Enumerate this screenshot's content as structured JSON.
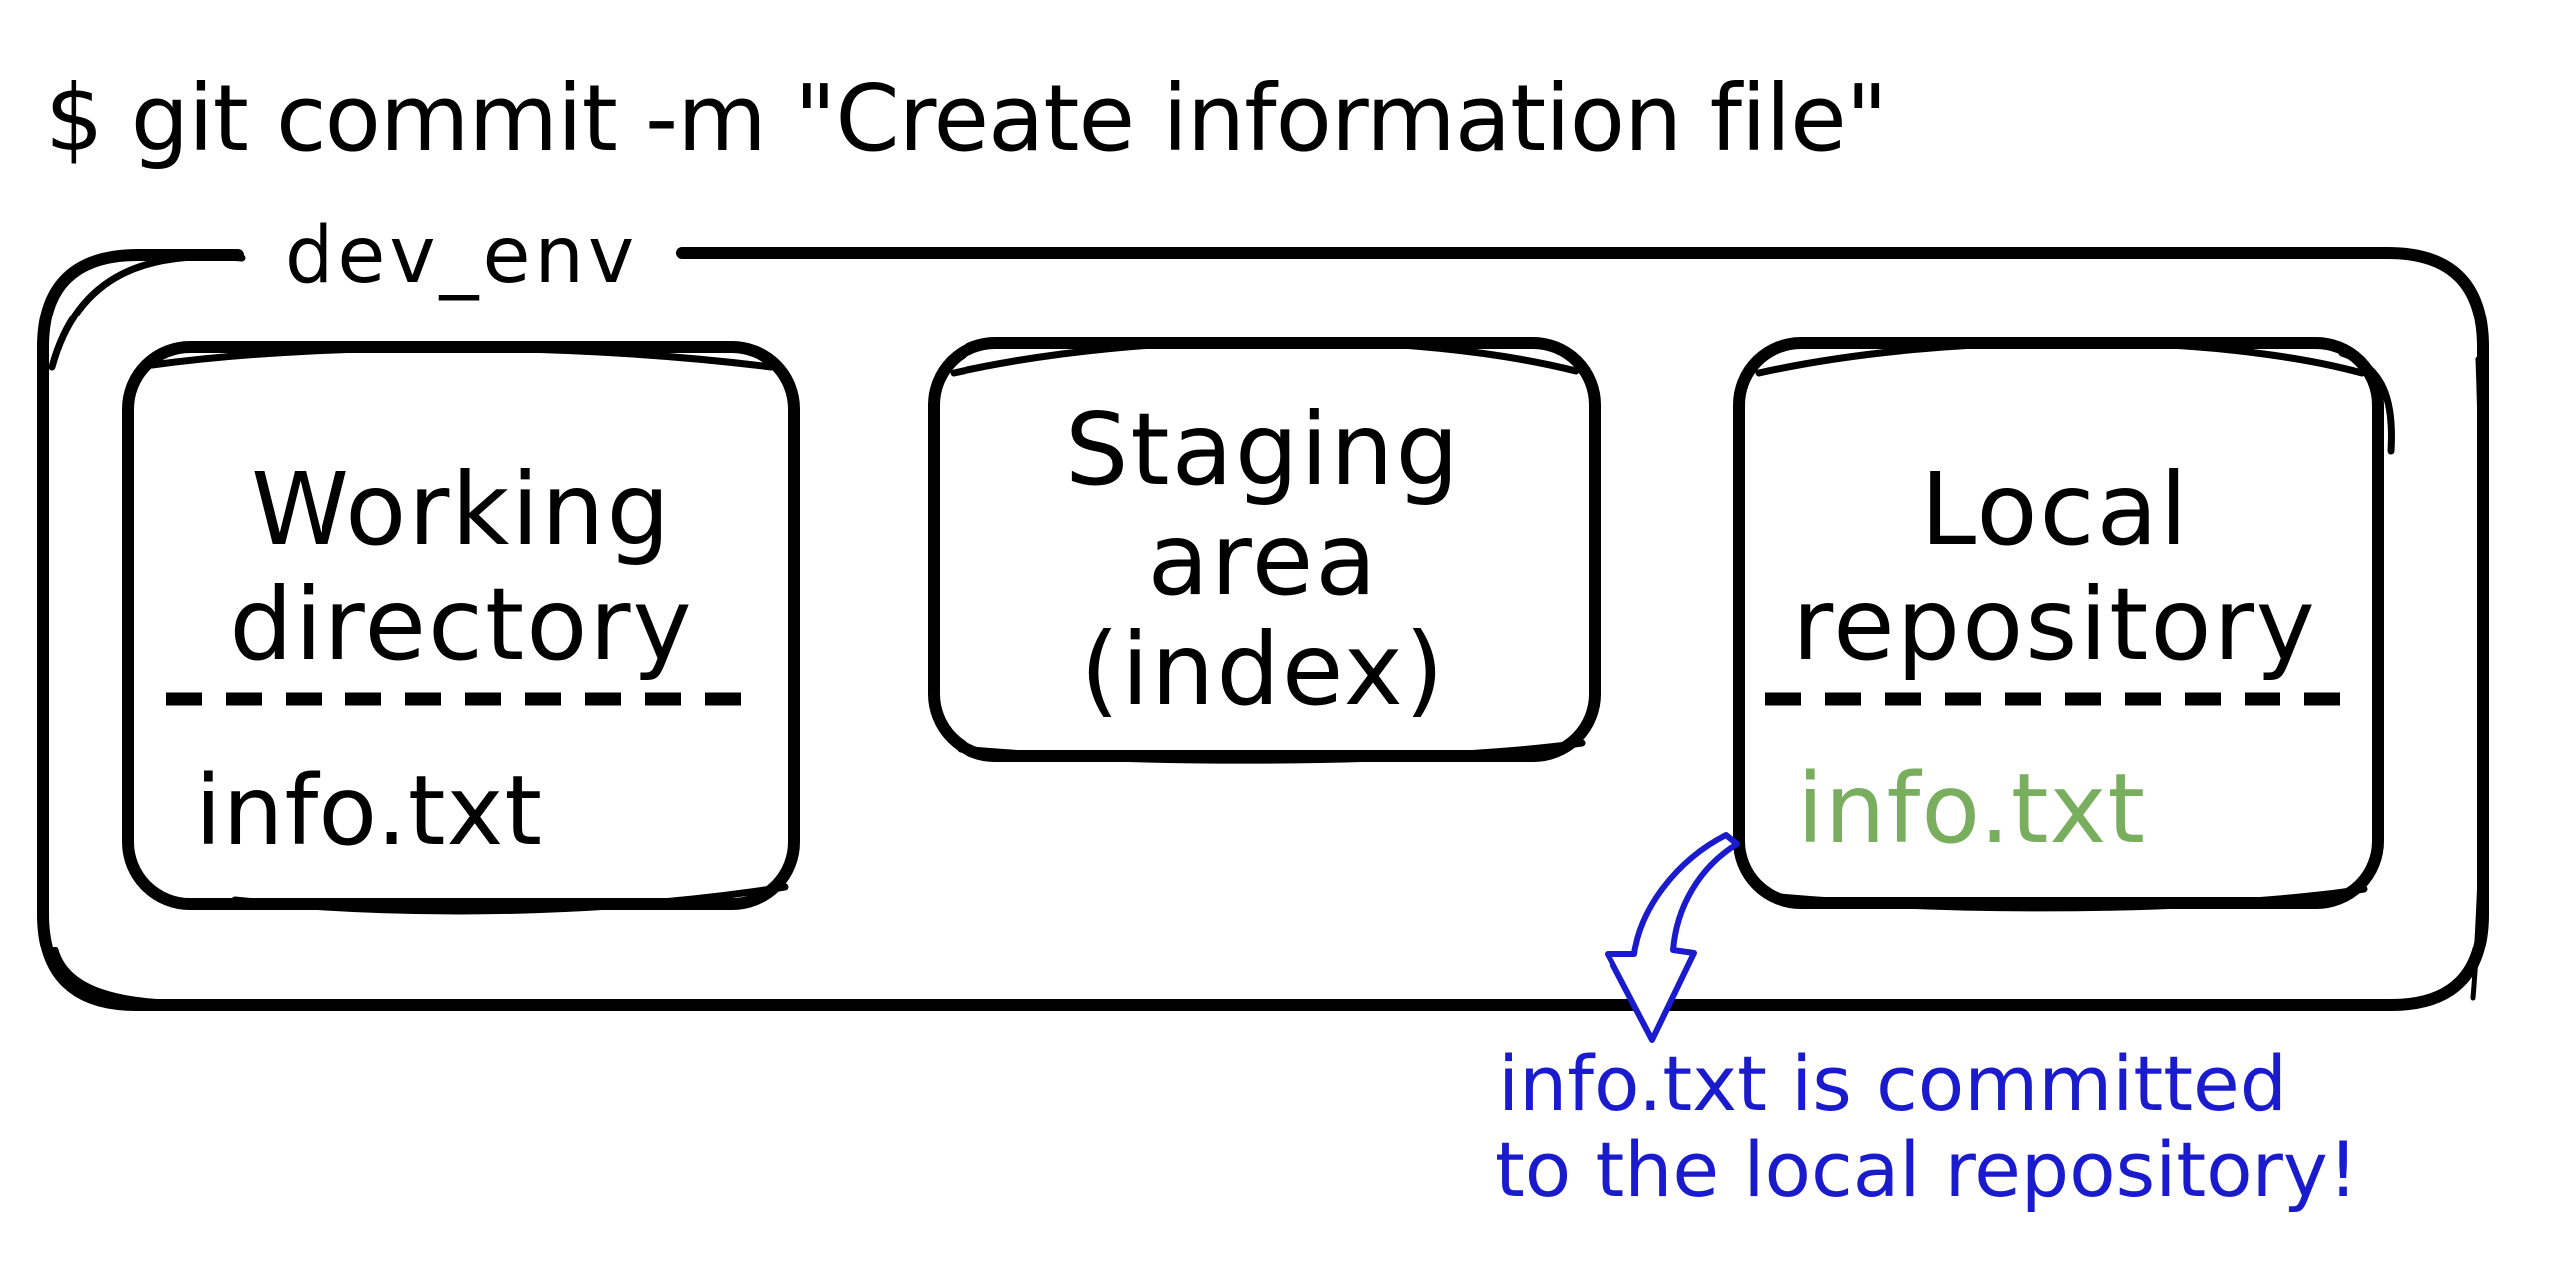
{
  "title": "$ git commit -m \"Create information file\"",
  "environment": {
    "label": "dev_env"
  },
  "boxes": {
    "working_directory": {
      "line1": "Working",
      "line2": "directory",
      "file": "info.txt"
    },
    "staging_area": {
      "line1": "Staging",
      "line2": "area",
      "line3": "(index)"
    },
    "local_repository": {
      "line1": "Local",
      "line2": "repository",
      "file": "info.txt"
    }
  },
  "annotation": {
    "line1": "info.txt is committed",
    "line2": "to the local repository!"
  },
  "colors": {
    "ink": "#000000",
    "committed_file_green": "#7aae5f",
    "annotation_blue": "#1b1bce",
    "background": "#ffffff"
  }
}
